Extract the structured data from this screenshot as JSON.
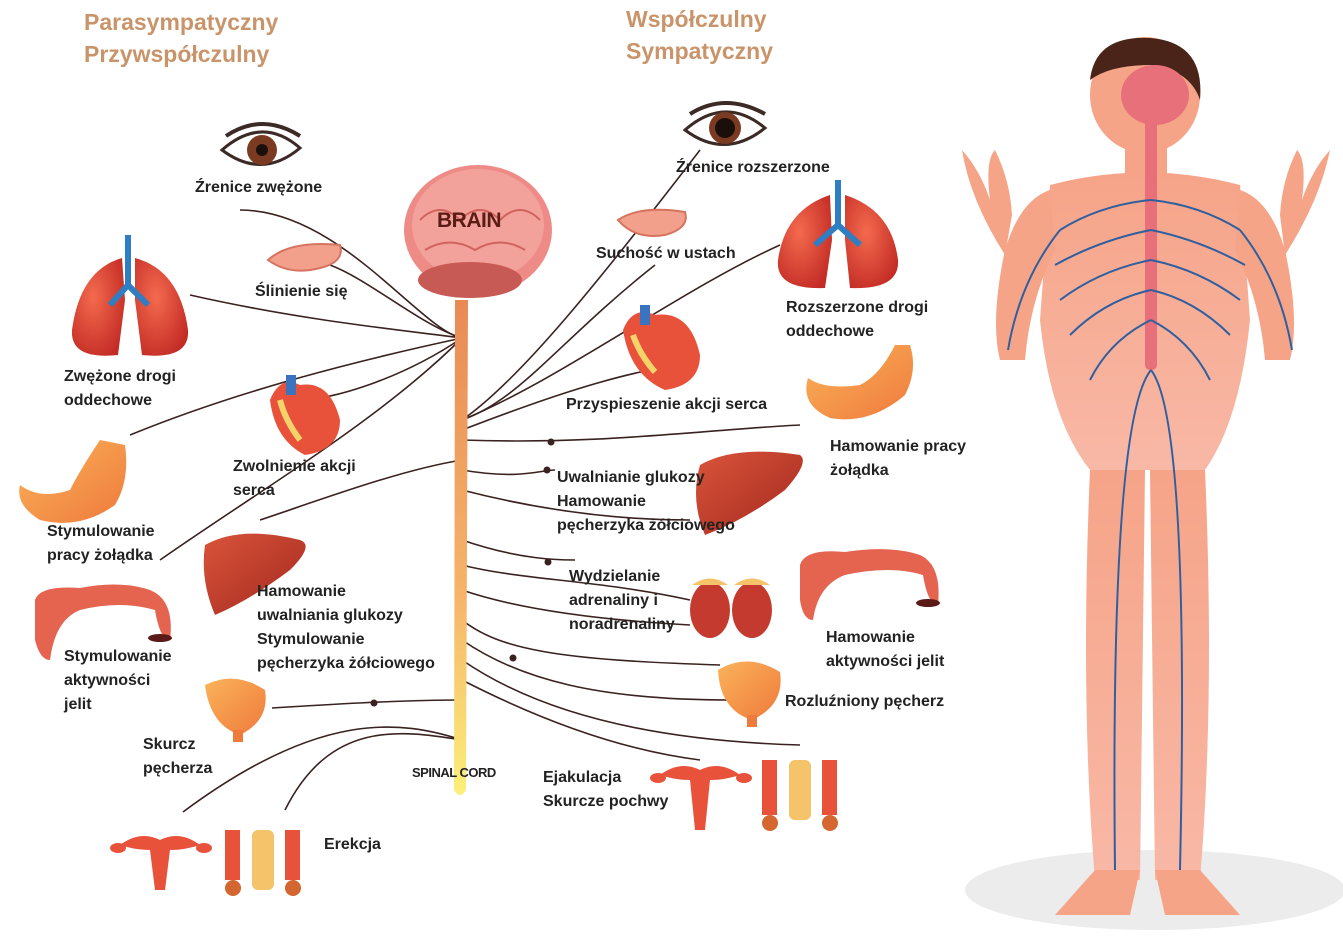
{
  "headers": {
    "parasympathetic": [
      "Parasympatyczny",
      "Przywspółczulny"
    ],
    "sympathetic": [
      "Współczulny",
      "Sympatyczny"
    ]
  },
  "center": {
    "brain": "BRAIN",
    "spinal_cord": "SPINAL CORD"
  },
  "parasympathetic_effects": {
    "pupils": "Źrenice zwężone",
    "saliva": "Ślinienie się",
    "airways": [
      "Zwężone drogi",
      "oddechowe"
    ],
    "heart": [
      "Zwolnienie akcji",
      "serca"
    ],
    "stomach": [
      "Stymulowanie",
      "pracy żołądka"
    ],
    "liver": [
      "Hamowanie",
      "uwalniania glukozy",
      "Stymulowanie",
      "pęcherzyka żółciowego"
    ],
    "intestines": [
      "Stymulowanie",
      "aktywności",
      "jelit"
    ],
    "bladder": [
      "Skurcz",
      "pęcherza"
    ],
    "genitals": "Erekcja"
  },
  "sympathetic_effects": {
    "pupils": "Źrenice rozszerzone",
    "mouth": "Suchość w ustach",
    "airways": [
      "Rozszerzone drogi",
      "oddechowe"
    ],
    "heart": "Przyspieszenie akcji serca",
    "stomach": [
      "Hamowanie pracy",
      "żołądka"
    ],
    "liver": [
      "Uwalnianie glukozy",
      "Hamowanie",
      "pęcherzyka żółciowego"
    ],
    "adrenal": [
      "Wydzielanie",
      "adrenaliny i",
      "noradrenaliny"
    ],
    "intestines": [
      "Hamowanie",
      "aktywności jelit"
    ],
    "bladder": "Rozluźniony pęcherz",
    "genitals": [
      "Ejakulacja",
      "Skurcze pochwy"
    ]
  }
}
